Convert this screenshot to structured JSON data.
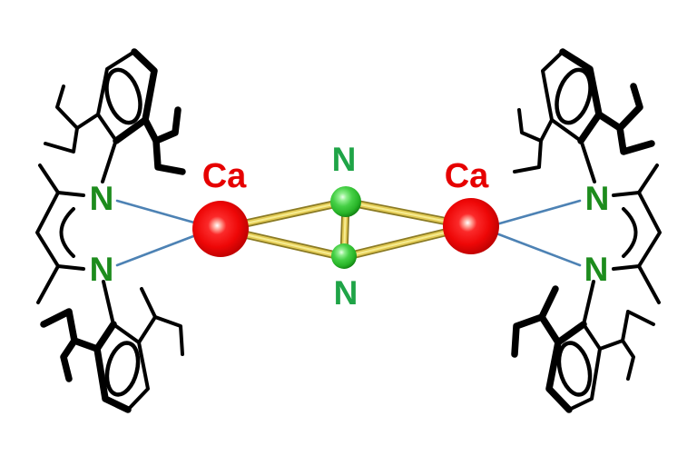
{
  "labels": {
    "ca_left": "Ca",
    "ca_right": "Ca",
    "n2_top": "N",
    "n2_bottom": "N",
    "ligand_left_n_top": "N",
    "ligand_left_n_bottom": "N",
    "ligand_right_n_top": "N",
    "ligand_right_n_bottom": "N"
  },
  "colors": {
    "background": "#ffffff",
    "calcium_label": "#e60000",
    "dinitrogen_label": "#1fa447",
    "ligand_nitrogen_label": "#1d8c1d",
    "gold_bond_edge": "#8a7a24",
    "gold_bond": "#e3cb55",
    "gold_bond_highlight": "#f6ec92",
    "dative_bond_blue": "#4d82b4",
    "ligand_wireframe": "#000000"
  }
}
